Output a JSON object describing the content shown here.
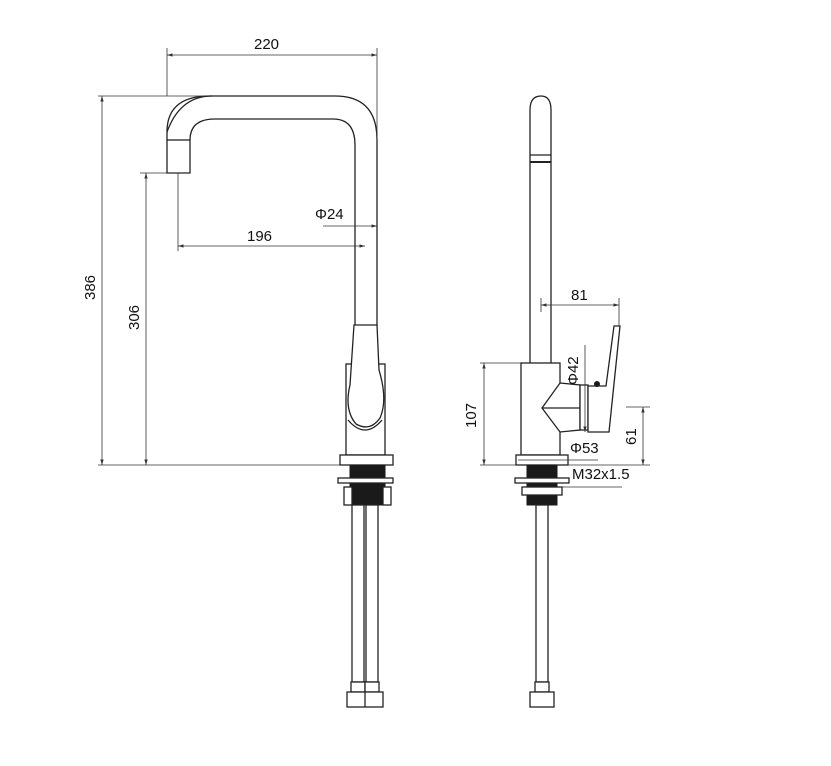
{
  "drawing": {
    "front_view": {
      "width_overall": "220",
      "height_overall": "386",
      "spout_height": "306",
      "spout_reach": "196",
      "spout_diameter": "Φ24"
    },
    "side_view": {
      "handle_reach": "81",
      "body_diameter": "Φ42",
      "body_height": "107",
      "handle_height": "61",
      "base_diameter": "Φ53",
      "thread": "M32x1.5"
    }
  }
}
